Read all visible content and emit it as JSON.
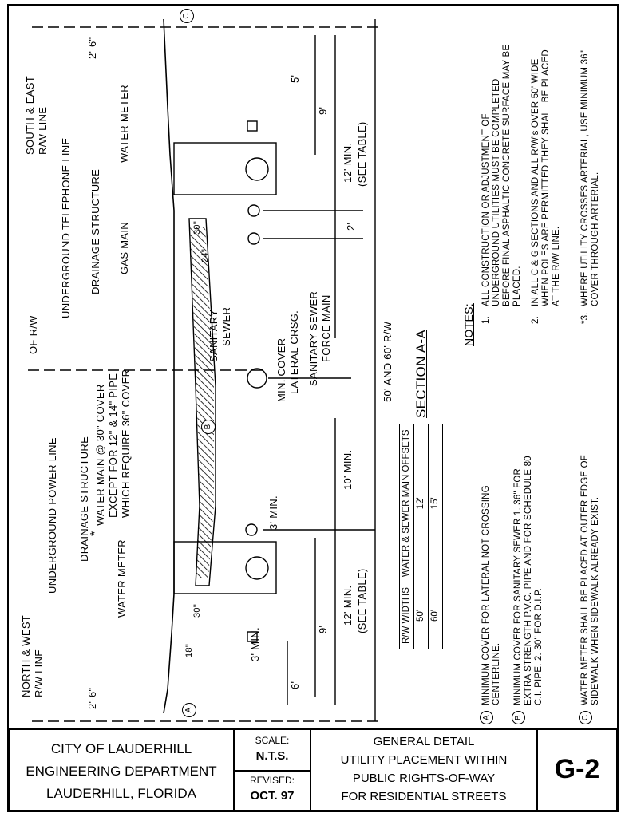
{
  "drawing": {
    "labels": {
      "north_west_rw": "NORTH & WEST",
      "north_west_rw2": "R/W LINE",
      "water_meter_left": "WATER METER",
      "underground_power": "UNDERGROUND POWER LINE",
      "drainage_left": "DRAINAGE STRUCTURE",
      "water_main_note1": "WATER MAIN @ 30\" COVER",
      "water_main_note2": "EXCEPT FOR 12\" & 14\" PIPE",
      "water_main_note3": "WHICH REQUIRE 36\" COVER",
      "cl_rw": "OF R/W",
      "underground_tel": "UNDERGROUND TELEPHONE LINE",
      "drainage_right": "DRAINAGE STRUCTURE",
      "gas_main": "GAS MAIN",
      "water_meter_right": "WATER METER",
      "south_east_rw": "SOUTH & EAST",
      "south_east_rw2": "R/W LINE",
      "sanitary_sewer": "SANITARY",
      "sanitary_sewer2": "SEWER",
      "min_cover1": "MIN. COVER",
      "min_cover2": "LATERAL CRSG.",
      "sewer_force1": "SANITARY SEWER",
      "sewer_force2": "FORCE MAIN",
      "section": "SECTION A-A",
      "asterisk": "*"
    },
    "dims": {
      "d_2_6_left": "2'-6\"",
      "d_2_6_right": "2'-6\"",
      "d_18": "18\"",
      "d_30_left": "30\"",
      "d_3min_a": "3' MIN.",
      "d_3min_b": "3' MIN.",
      "d_6": "6'",
      "d_9_left": "9'",
      "d_12min_left": "12' MIN.",
      "d_see_table_left": "(SEE TABLE)",
      "d_10min": "10' MIN.",
      "d_50_60": "50' AND 60' R/W",
      "d_30_right": "30\"",
      "d_24": "24\"",
      "d_2": "2'",
      "d_12min_right": "12' MIN.",
      "d_see_table_right": "(SEE TABLE)",
      "d_9_right": "9'",
      "d_5": "5'"
    },
    "markers": {
      "a": "A",
      "b": "B",
      "c": "C"
    }
  },
  "offset_table": {
    "headers": [
      "R/W WIDTHS",
      "WATER & SEWER MAIN OFFSETS"
    ],
    "rows": [
      [
        "50'",
        "12'"
      ],
      [
        "60'",
        "15'"
      ]
    ]
  },
  "notes": {
    "heading": "NOTES:",
    "numbered": [
      {
        "num": "1.",
        "text": "ALL CONSTRUCTION OR ADJUSTMENT OF UNDERGROUND UTILITIES MUST BE COMPLETED BEFORE FINAL ASPHALTIC CONCRETE SURFACE MAY BE PLACED."
      },
      {
        "num": "2.",
        "text": "IN ALL C & G SECTIONS AND ALL R/W's OVER 50' WIDE WHEN POLES ARE PERMITTED THEY SHALL BE PLACED AT THE R/W LINE."
      },
      {
        "num": "*3.",
        "text": "WHERE UTILITY CROSSES ARTERIAL, USE MINIMUM 36\" COVER THROUGH ARTERIAL."
      }
    ],
    "lettered": [
      {
        "mark": "A",
        "text": "MINIMUM COVER FOR LATERAL NOT CROSSING CENTERLINE."
      },
      {
        "mark": "B",
        "text": "MINIMUM COVER FOR SANITARY SEWER 1. 36\" FOR EXTRA STRENGTH P.V.C. PIPE AND FOR SCHEDULE 80 C.I. PIPE. 2. 30\" FOR D.I.P."
      },
      {
        "mark": "C",
        "text": "WATER METER SHALL BE PLACED AT OUTER EDGE OF SIDEWALK WHEN SIDEWALK ALREADY EXIST."
      }
    ]
  },
  "title_block": {
    "org1": "CITY OF LAUDERHILL",
    "org2": "ENGINEERING DEPARTMENT",
    "org3": "LAUDERHILL, FLORIDA",
    "scale_label": "SCALE:",
    "scale_value": "N.T.S.",
    "revised_label": "REVISED:",
    "revised_value": "OCT. 97",
    "title1": "GENERAL DETAIL",
    "title2": "UTILITY PLACEMENT WITHIN",
    "title3": "PUBLIC RIGHTS-OF-WAY",
    "title4": "FOR RESIDENTIAL STREETS",
    "sheet": "G-2"
  }
}
